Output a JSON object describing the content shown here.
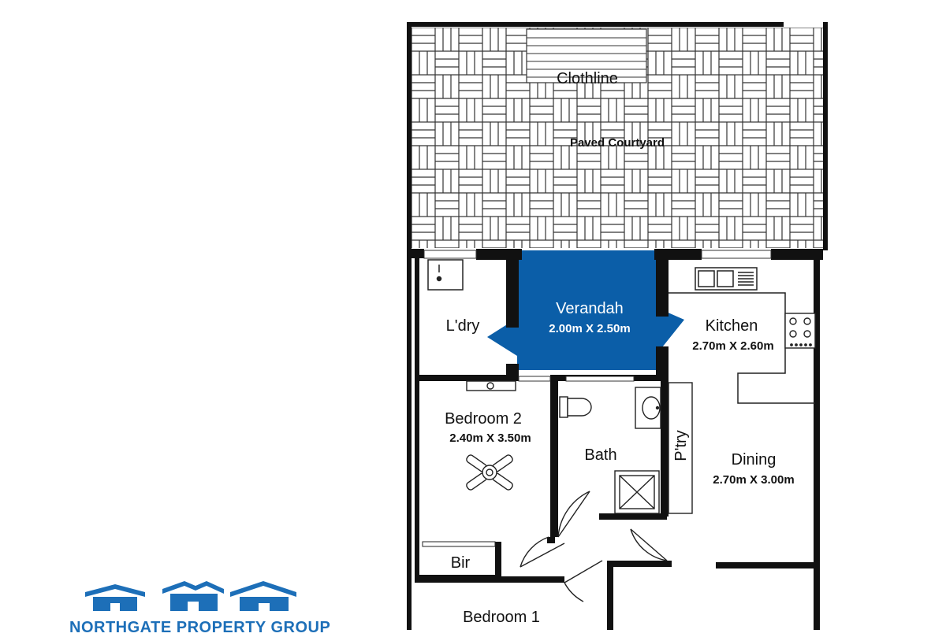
{
  "rooms": {
    "clothline": "Clothline",
    "courtyard": "Paved Courtyard",
    "verandah": {
      "name": "Verandah",
      "dims": "2.00m X 2.50m"
    },
    "laundry": "L'dry",
    "kitchen": {
      "name": "Kitchen",
      "dims": "2.70m X 2.60m"
    },
    "bedroom2": {
      "name": "Bedroom 2",
      "dims": "2.40m X 3.50m"
    },
    "bath": "Bath",
    "pantry": "P'try",
    "dining": {
      "name": "Dining",
      "dims": "2.70m X 3.00m"
    },
    "bir": "Bir",
    "bedroom1": "Bedroom 1"
  },
  "brand": {
    "name": "NORTHGATE PROPERTY GROUP",
    "color": "#1d6fb8"
  },
  "colors": {
    "verandah_fill": "#0b5ea8",
    "wall": "#111111"
  }
}
